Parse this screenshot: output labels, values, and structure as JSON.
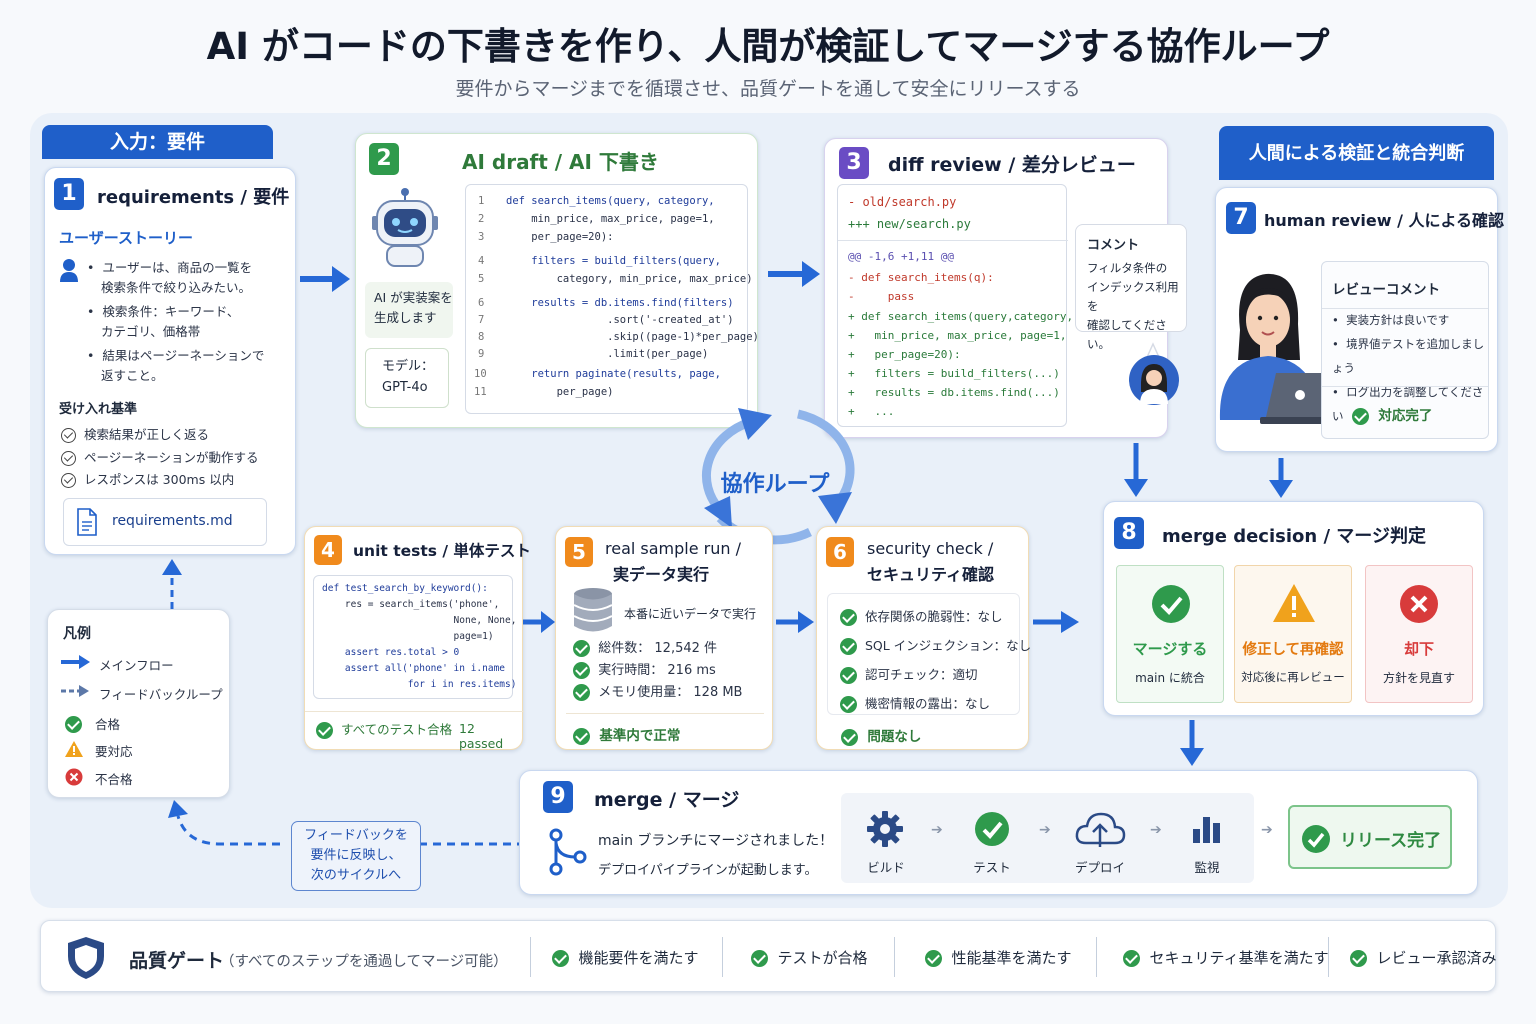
{
  "title": "AI がコードの下書きを作り、人間が検証してマージする協作ループ",
  "subtitle": "要件からマージまでを循環させ、品質ゲートを通して安全にリリースする",
  "input_tab": "入力：要件",
  "human_tab": "人間による検証と統合判断",
  "loop_label": "協作ループ",
  "step1": {
    "num": "1",
    "title": "requirements / 要件",
    "story_head": "ユーザーストーリー",
    "stories": [
      "ユーザーは、商品の一覧を",
      "検索条件で絞り込みたい。",
      "検索条件：キーワード、",
      "カテゴリ、価格帯",
      "結果はページーネーションで",
      "返すこと。"
    ],
    "criteria_head": "受け入れ基準",
    "criteria": [
      "検索結果が正しく返る",
      "ページーネーションが動作する",
      "レスポンスは 300ms 以内"
    ],
    "file": "requirements.md"
  },
  "step2": {
    "num": "2",
    "title": "AI draft / AI 下書き",
    "desc": [
      "AI が実装案を",
      "生成します"
    ],
    "model": [
      "モデル：",
      "GPT-4o"
    ],
    "code": [
      [
        "1",
        "def search_items(query, category,"
      ],
      [
        "2",
        "    min_price, max_price, page=1,"
      ],
      [
        "3",
        "    per_page=20):"
      ],
      [
        "4",
        "    filters = build_filters(query,"
      ],
      [
        "5",
        "        category, min_price, max_price)"
      ],
      [
        "6",
        "    results = db.items.find(filters)"
      ],
      [
        "7",
        "                .sort('-created_at')"
      ],
      [
        "8",
        "                .skip((page-1)*per_page)"
      ],
      [
        "9",
        "                .limit(per_page)"
      ],
      [
        "10",
        "    return paginate(results, page,"
      ],
      [
        "11",
        "        per_page)"
      ]
    ]
  },
  "step3": {
    "num": "3",
    "title": "diff review / 差分レビュー",
    "old_file": "- old/search.py",
    "new_file": "+++ new/search.py",
    "hunk": "@@ -1,6 +1,11 @@",
    "removed": [
      "- def search_items(q):",
      "-     pass"
    ],
    "added": [
      "+ def search_items(query,category,",
      "+   min_price, max_price, page=1,",
      "+   per_page=20):",
      "+   filters = build_filters(...)",
      "+   results = db.items.find(...)",
      "+   ..."
    ],
    "comment_head": "コメント",
    "comment": [
      "フィルタ条件の",
      "インデックス利用を",
      "確認してください。"
    ]
  },
  "step4": {
    "num": "4",
    "title": "unit tests / 単体テスト",
    "code": [
      "def test_search_by_keyword():",
      "    res = search_items('phone',",
      "                       None, None,",
      "                       page=1)",
      "    assert res.total > 0",
      "    assert all('phone' in i.name",
      "               for i in res.items)"
    ],
    "result": "すべてのテスト合格",
    "passed": "12 passed"
  },
  "step5": {
    "num": "5",
    "title1": "real sample run /",
    "title2": "実データ実行",
    "desc": "本番に近いデータで実行",
    "stats": [
      "総件数： 12,542 件",
      "実行時間： 216 ms",
      "メモリ使用量： 128 MB"
    ],
    "result": "基準内で正常"
  },
  "step6": {
    "num": "6",
    "title1": "security check /",
    "title2": "セキュリティ確認",
    "checks": [
      "依存関係の脆弱性：なし",
      "SQL インジェクション：なし",
      "認可チェック：適切",
      "機密情報の露出：なし"
    ],
    "result": "問題なし"
  },
  "step7": {
    "num": "7",
    "title": "human review / 人による確認",
    "comment_head": "レビューコメント",
    "comments": [
      "実装方針は良いです",
      "境界値テストを追加しましょう",
      "ログ出力を調整してください"
    ],
    "done": "対応完了"
  },
  "step8": {
    "num": "8",
    "title": "merge decision / マージ判定",
    "options": [
      {
        "label": "マージする",
        "sub": "main に統合",
        "color": "#2f9a4c"
      },
      {
        "label": "修正して再確認",
        "sub": "対応後に再レビュー",
        "color": "#e98a16"
      },
      {
        "label": "却下",
        "sub": "方針を見直す",
        "color": "#d83b3b"
      }
    ]
  },
  "step9": {
    "num": "9",
    "title": "merge / マージ",
    "line1": "main ブランチにマージされました！",
    "line2": "デプロイパイプラインが起動します。",
    "pipeline": [
      "ビルド",
      "テスト",
      "デプロイ",
      "監視"
    ],
    "release": "リリース完了"
  },
  "legend": {
    "head": "凡例",
    "items": [
      "メインフロー",
      "フィードバックループ",
      "合格",
      "要対応",
      "不合格"
    ]
  },
  "feedback": [
    "フィードバックを",
    "要件に反映し、",
    "次のサイクルへ"
  ],
  "gate": {
    "label": "品質ゲート",
    "note": "（すべてのステップを通過してマージ可能）",
    "items": [
      "機能要件を満たす",
      "テストが合格",
      "性能基準を満たす",
      "セキュリティ基準を満たす",
      "レビュー承認済み"
    ]
  },
  "colors": {
    "primary": "#1f5fc9",
    "pass": "#2f9a4c",
    "warn": "#e98a16",
    "fail": "#d83b3b"
  }
}
